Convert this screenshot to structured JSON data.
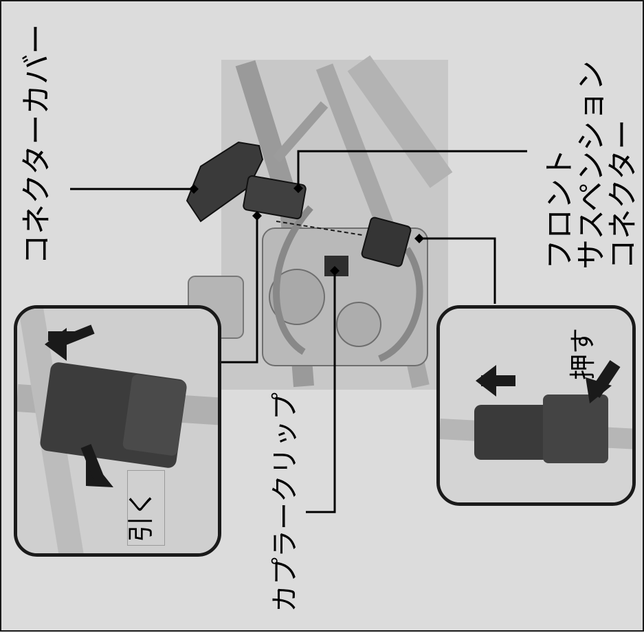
{
  "labels": {
    "connector_cover": "コネクターカバー",
    "front_suspension_connector": [
      "フロント",
      "サスペンション",
      "コネクター"
    ],
    "coupler_clip": "カプラークリップ",
    "push": "押す",
    "pull": "引く"
  },
  "colors": {
    "background": "#dcdcdc",
    "panel_bg": "#cfcfcf",
    "ink": "#1a1a1a",
    "connector_dark": "#3a3a3a",
    "metal_light": "#bdbdbd"
  }
}
